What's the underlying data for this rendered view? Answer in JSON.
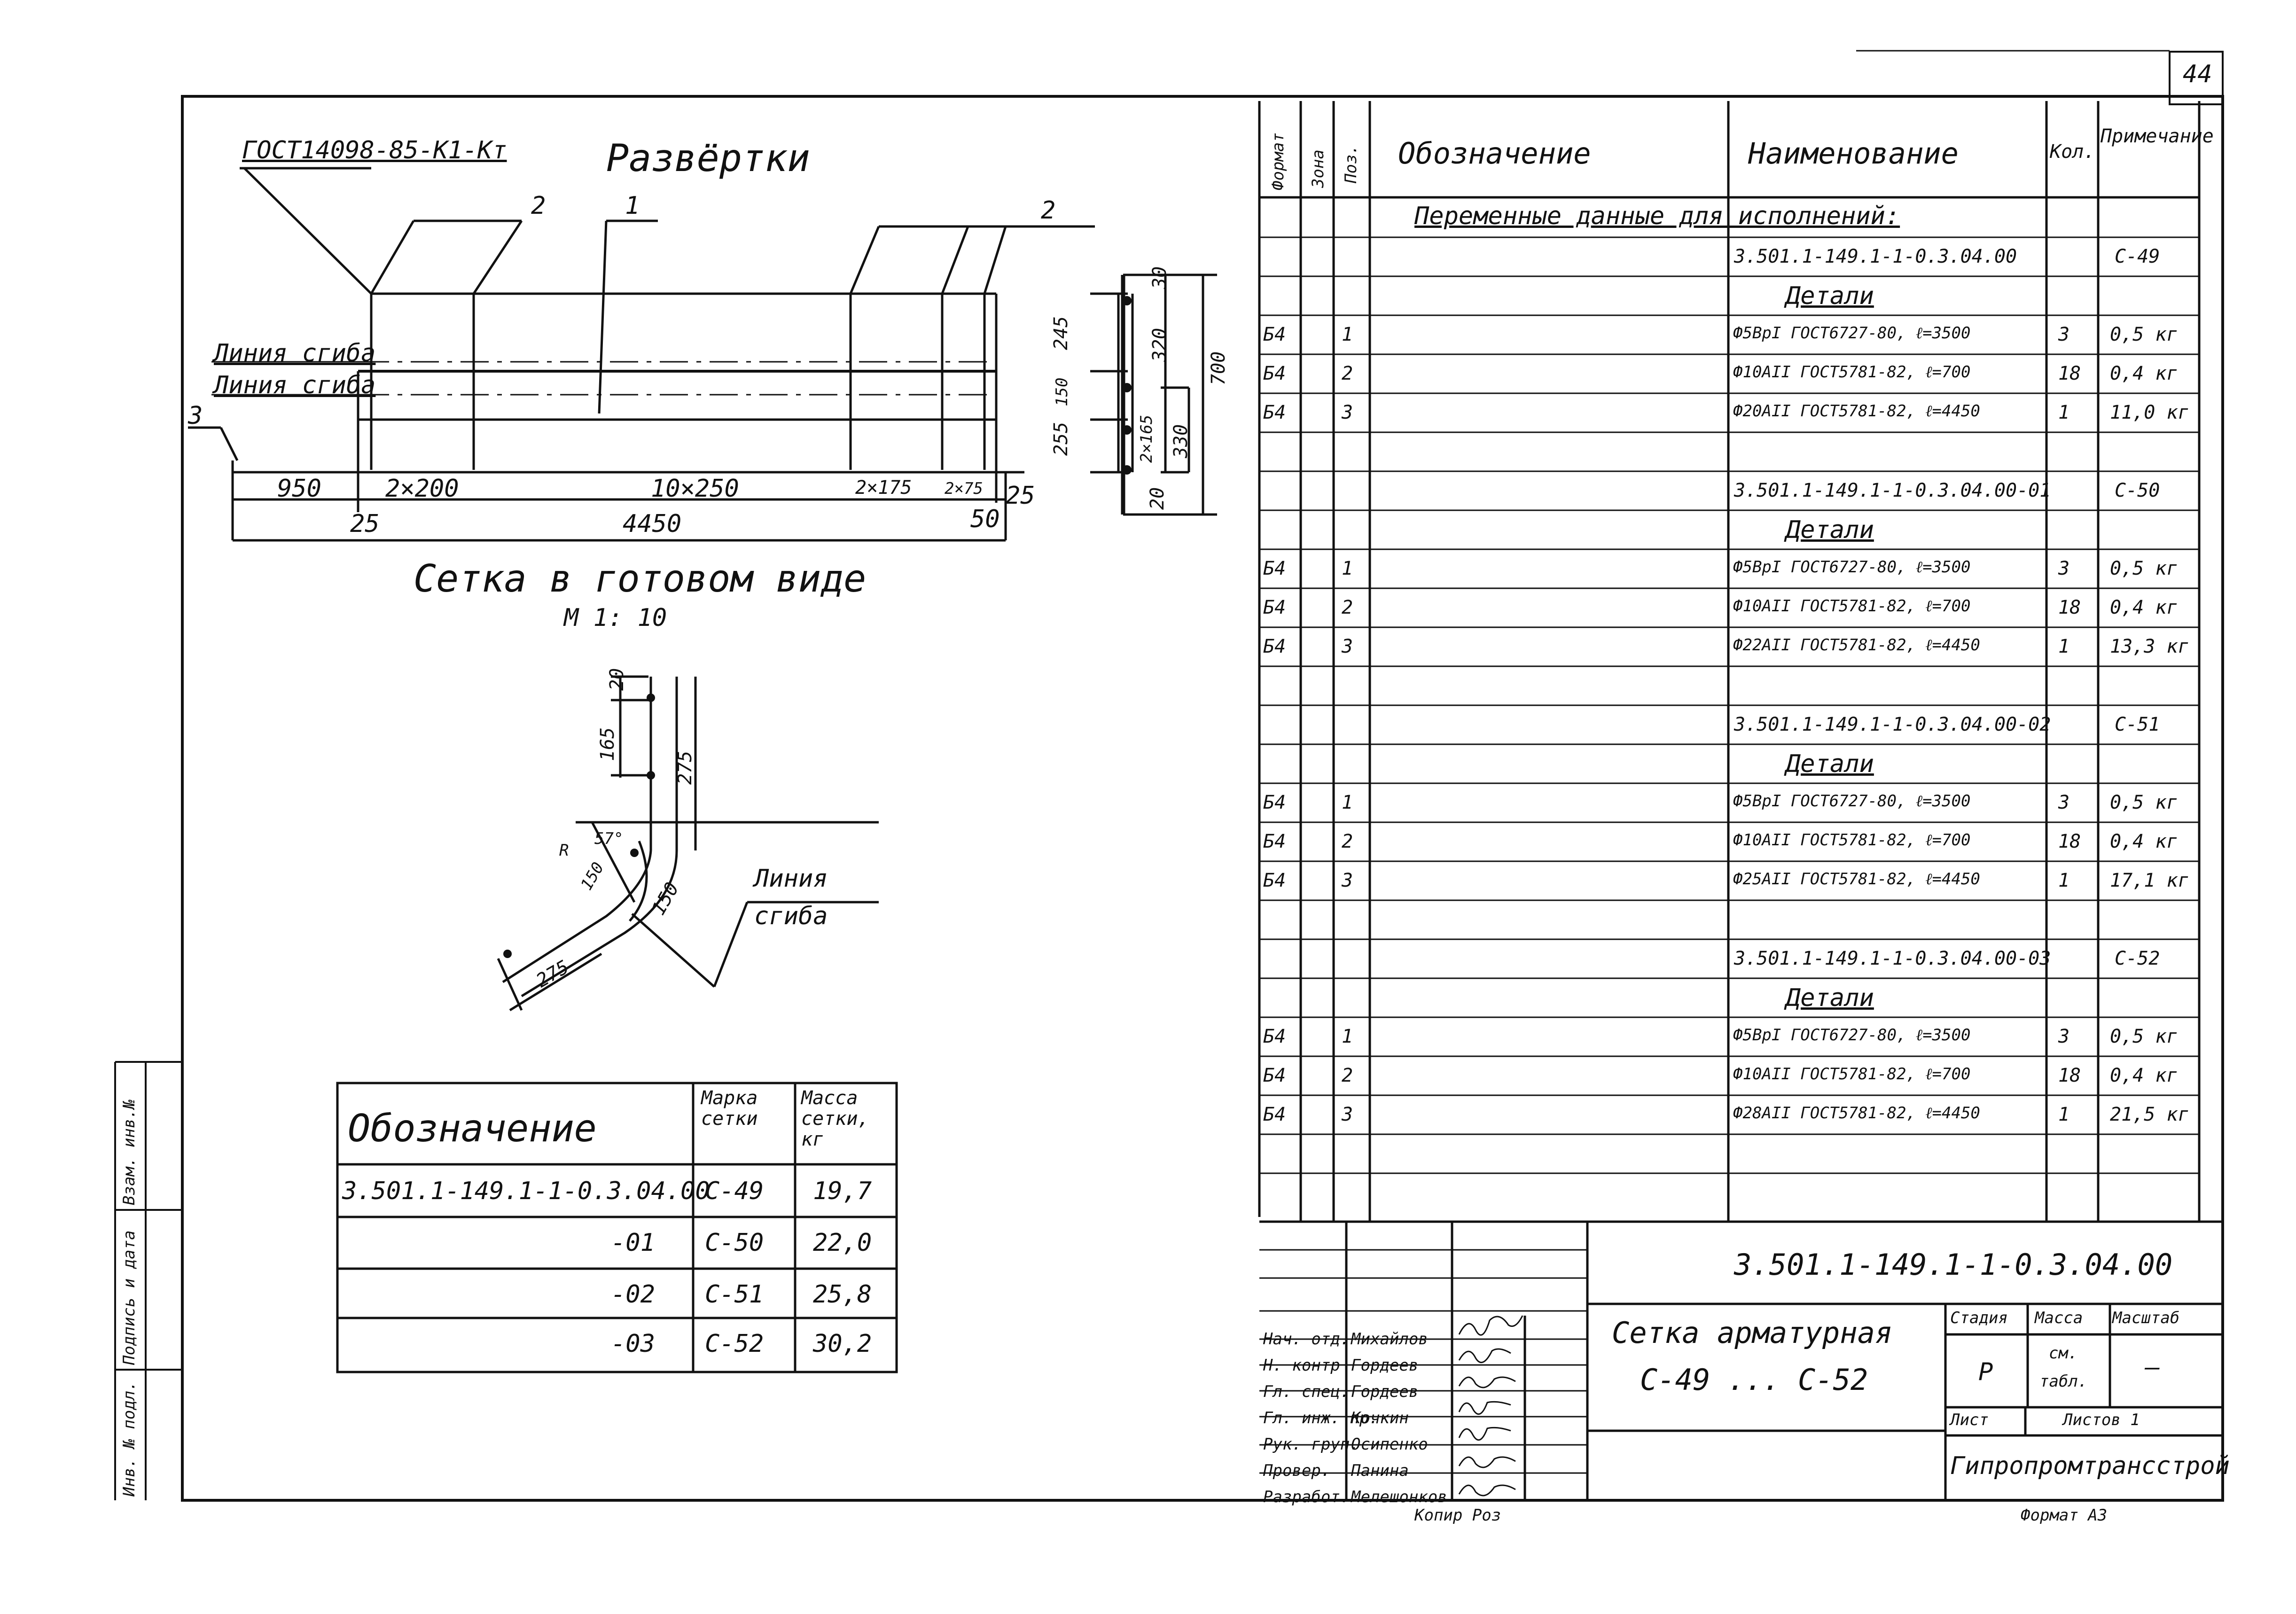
{
  "page_number": "44",
  "left": {
    "gost_label": "ГОСТ14098-85-К1-Кт",
    "title_razvertki": "Развёртки",
    "pos_1": "1",
    "pos_2a": "2",
    "pos_2b": "2",
    "pos_3": "3",
    "bend_line_1": "Линия сгиба",
    "bend_line_2": "Линия сгиба",
    "dims": {
      "d950": "950",
      "d2x200": "2×200",
      "d10x250": "10×250",
      "d2x175": "2×175",
      "d2x75": "2×75",
      "d25r": "25",
      "d25l": "25",
      "d4450": "4450",
      "d50": "50",
      "v245": "245",
      "v150": "150",
      "v255": "255",
      "v30": "30",
      "v320": "320",
      "v2x165": "2×165",
      "v330": "330",
      "v20": "20",
      "v700": "700"
    },
    "finished_title": "Сетка в готовом виде",
    "scale": "М 1: 10",
    "bend": {
      "v20": "20",
      "v165": "165",
      "v275a": "275",
      "angle": "57°",
      "r": "R",
      "r150": "150",
      "r150b": "150",
      "v275b": "275",
      "line_label_1": "Линия",
      "line_label_2": "сгиба"
    },
    "mass_table": {
      "headers": [
        "Обозначение",
        "Марка сетки",
        "Масса сетки, кг"
      ],
      "rows": [
        [
          "3.501.1-149.1-1-0.3.04.00",
          "С-49",
          "19,7"
        ],
        [
          "-01",
          "С-50",
          "22,0"
        ],
        [
          "-02",
          "С-51",
          "25,8"
        ],
        [
          "-03",
          "С-52",
          "30,2"
        ]
      ]
    },
    "side_stamp": [
      "Инв. № подл.",
      "Подпись и дата",
      "Взам. инв.№"
    ]
  },
  "spec": {
    "headers": {
      "format": "Формат",
      "zone": "Зона",
      "pos": "Поз.",
      "designation": "Обозначение",
      "name": "Наименование",
      "qty": "Кол.",
      "note": "Примечание"
    },
    "variable_data": "Переменные данные для исполнений:",
    "groups": [
      {
        "code": "3.501.1-149.1-1-0.3.04.00",
        "note": "С-49",
        "details": "Детали",
        "items": [
          {
            "fmt": "Б4",
            "pos": "1",
            "name": "Ф5ВрI ГОСТ6727-80, ℓ=3500",
            "qty": "3",
            "note": "0,5 кг"
          },
          {
            "fmt": "Б4",
            "pos": "2",
            "name": "Ф10АII ГОСТ5781-82, ℓ=700",
            "qty": "18",
            "note": "0,4 кг"
          },
          {
            "fmt": "Б4",
            "pos": "3",
            "name": "Ф20АII ГОСТ5781-82, ℓ=4450",
            "qty": "1",
            "note": "11,0 кг"
          }
        ]
      },
      {
        "code": "3.501.1-149.1-1-0.3.04.00-01",
        "note": "С-50",
        "details": "Детали",
        "items": [
          {
            "fmt": "Б4",
            "pos": "1",
            "name": "Ф5ВрI ГОСТ6727-80, ℓ=3500",
            "qty": "3",
            "note": "0,5 кг"
          },
          {
            "fmt": "Б4",
            "pos": "2",
            "name": "Ф10АII ГОСТ5781-82, ℓ=700",
            "qty": "18",
            "note": "0,4 кг"
          },
          {
            "fmt": "Б4",
            "pos": "3",
            "name": "Ф22АII ГОСТ5781-82, ℓ=4450",
            "qty": "1",
            "note": "13,3 кг"
          }
        ]
      },
      {
        "code": "3.501.1-149.1-1-0.3.04.00-02",
        "note": "С-51",
        "details": "Детали",
        "items": [
          {
            "fmt": "Б4",
            "pos": "1",
            "name": "Ф5ВрI ГОСТ6727-80, ℓ=3500",
            "qty": "3",
            "note": "0,5 кг"
          },
          {
            "fmt": "Б4",
            "pos": "2",
            "name": "Ф10АII ГОСТ5781-82, ℓ=700",
            "qty": "18",
            "note": "0,4 кг"
          },
          {
            "fmt": "Б4",
            "pos": "3",
            "name": "Ф25АII ГОСТ5781-82, ℓ=4450",
            "qty": "1",
            "note": "17,1 кг"
          }
        ]
      },
      {
        "code": "3.501.1-149.1-1-0.3.04.00-03",
        "note": "С-52",
        "details": "Детали",
        "items": [
          {
            "fmt": "Б4",
            "pos": "1",
            "name": "Ф5ВрI ГОСТ6727-80, ℓ=3500",
            "qty": "3",
            "note": "0,5 кг"
          },
          {
            "fmt": "Б4",
            "pos": "2",
            "name": "Ф10АII ГОСТ5781-82, ℓ=700",
            "qty": "18",
            "note": "0,4 кг"
          },
          {
            "fmt": "Б4",
            "pos": "3",
            "name": "Ф28АII ГОСТ5781-82, ℓ=4450",
            "qty": "1",
            "note": "21,5 кг"
          }
        ]
      }
    ]
  },
  "title_block": {
    "code": "3.501.1-149.1-1-0.3.04.00",
    "name_1": "Сетка арматурная",
    "name_2": "С-49 ... С-52",
    "stage_label": "Стадия",
    "mass_label": "Масса",
    "scale_label": "Масштаб",
    "stage": "Р",
    "mass_1": "см.",
    "mass_2": "табл.",
    "scale": "—",
    "sheet_label": "Лист",
    "sheets_label": "Листов 1",
    "org": "Гипропромтрансстрой",
    "roles": [
      {
        "role": "Нач. отд.",
        "name": "Михайлов"
      },
      {
        "role": "Н. контр",
        "name": "Гордеев"
      },
      {
        "role": "Гл. спец.",
        "name": "Гордеев"
      },
      {
        "role": "Гл. инж. пр.",
        "name": "Кочкин"
      },
      {
        "role": "Рук. груп.",
        "name": "Осипенко"
      },
      {
        "role": "Провер.",
        "name": "Панина"
      },
      {
        "role": "Разработ.",
        "name": "Мелешонков"
      }
    ]
  },
  "footer": {
    "copied": "Копир Роз",
    "format": "Формат А3"
  }
}
